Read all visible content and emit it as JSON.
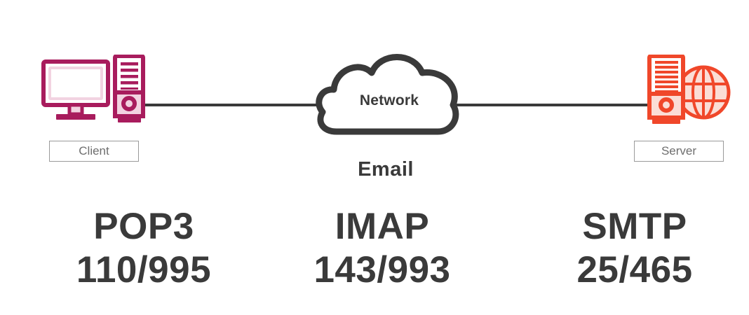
{
  "diagram": {
    "title": "Email",
    "nodes": {
      "client": {
        "label": "Client",
        "icon": "desktop-computer-and-tower-icon",
        "color": "#A81C5D",
        "fill": "#F2D3E1"
      },
      "server": {
        "label": "Server",
        "icon": "server-tower-and-globe-icon",
        "color": "#F0472A",
        "fill": "#FBDDD6"
      },
      "network": {
        "label": "Network",
        "icon": "cloud-icon",
        "color": "#3a3a3a"
      }
    },
    "links": [
      {
        "from": "client",
        "to": "network",
        "color": "#3a3a3a"
      },
      {
        "from": "network",
        "to": "server",
        "color": "#3a3a3a"
      }
    ],
    "protocols": [
      {
        "name": "POP3",
        "ports": "110/995"
      },
      {
        "name": "IMAP",
        "ports": "143/993"
      },
      {
        "name": "SMTP",
        "ports": "25/465"
      }
    ],
    "colors": {
      "text": "#3a3a3a",
      "box_border": "#9a9a9a",
      "box_text": "#6e6e6e",
      "background": "#ffffff"
    }
  }
}
